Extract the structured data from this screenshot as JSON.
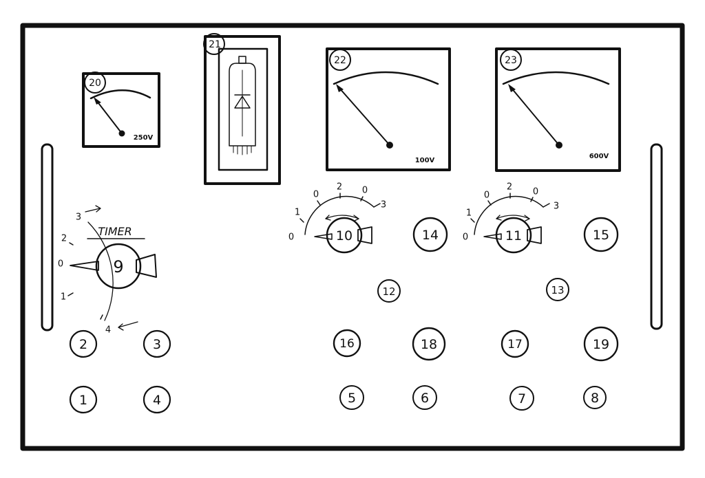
{
  "panel": {
    "timer_label": "TIMER",
    "meters": [
      {
        "id": "20",
        "unit": "250V"
      },
      {
        "id": "22",
        "unit": "100V"
      },
      {
        "id": "23",
        "unit": "600V"
      }
    ],
    "tube_id": "21",
    "timer_knob": {
      "id": "9",
      "ticks": [
        "3",
        "2",
        "0",
        "1",
        "4"
      ]
    },
    "range_knob_left": {
      "id": "10",
      "ticks": [
        "0",
        "1",
        "0",
        "2",
        "0",
        "3"
      ]
    },
    "range_knob_right": {
      "id": "11",
      "ticks": [
        "0",
        "1",
        "0",
        "2",
        "0",
        "3"
      ]
    },
    "sockets": [
      "1",
      "2",
      "3",
      "4",
      "5",
      "6",
      "7",
      "8",
      "12",
      "13",
      "14",
      "15",
      "16",
      "17",
      "18",
      "19"
    ]
  }
}
